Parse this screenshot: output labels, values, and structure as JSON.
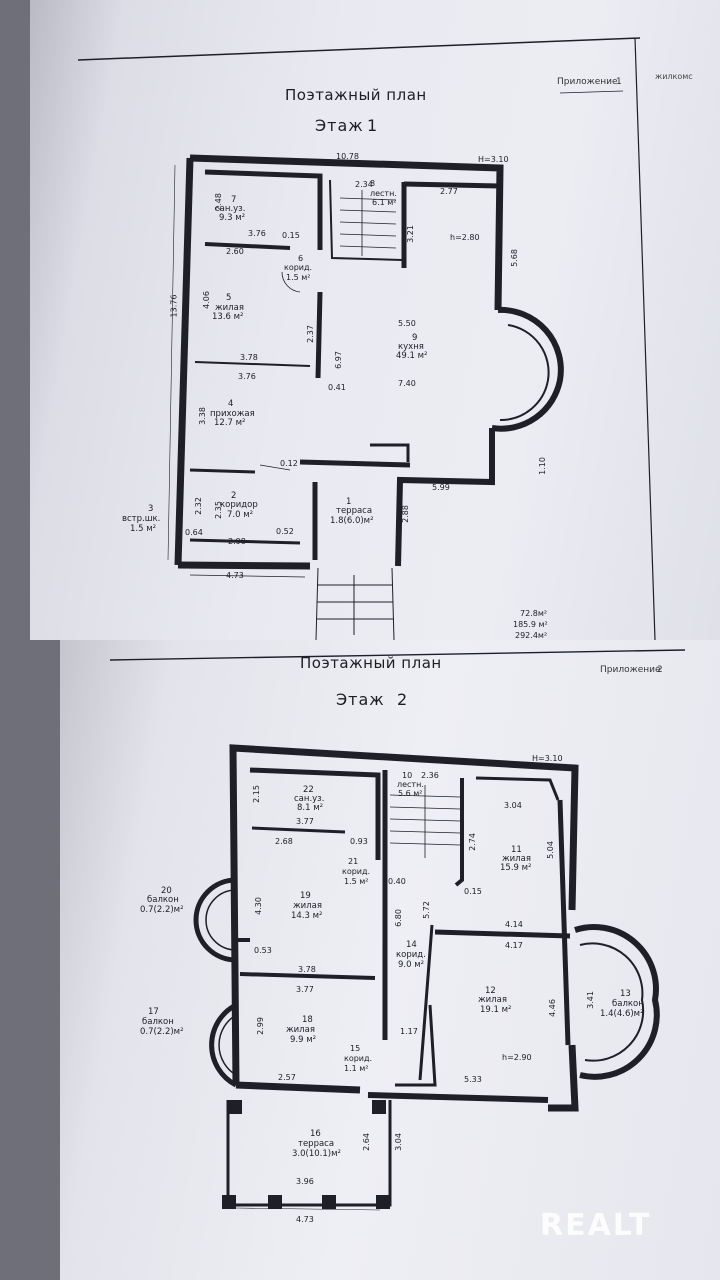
{
  "sheet1": {
    "appendix": "Приложение",
    "appendix_num": "1",
    "title": "Поэтажный план",
    "floor_label": "Этаж",
    "floor_num": "1",
    "corner_brand": "жилкомс",
    "height_mark": "Н=3.10",
    "ceiling": "h=2.80",
    "rooms": {
      "r7_num": "7",
      "r7_name": "сан.уз.",
      "r7_area": "9.3 м²",
      "r8_num": "8",
      "r8_name": "лестн.",
      "r8_area": "6.1 м²",
      "r6_num": "6",
      "r6_name": "корид.",
      "r6_area": "1.5 м²",
      "r5_num": "5",
      "r5_name": "жилая",
      "r5_area": "13.6 м²",
      "r9_num": "9",
      "r9_name": "кухня",
      "r9_area": "49.1 м²",
      "r4_num": "4",
      "r4_name": "прихожая",
      "r4_area": "12.7 м²",
      "r2_num": "2",
      "r2_name": "коридор",
      "r2_area": "7.0 м²",
      "r1_num": "1",
      "r1_name": "терраса",
      "r1_area": "1.8(6.0)м²",
      "r3_num": "3",
      "r3_name": "встр.шк.",
      "r3_area": "1.5 м²"
    },
    "dims": {
      "d1078": "10.78",
      "d234": "2.34",
      "d277": "2.77",
      "d248": "2.48",
      "d376a": "3.76",
      "d015": "0.15",
      "d321": "3.21",
      "d260": "2.60",
      "d568": "5.68",
      "d1376": "13.76",
      "d406": "4.06",
      "d550": "5.50",
      "d237": "2.37",
      "d697": "6.97",
      "d378": "3.78",
      "d376b": "3.76",
      "d041": "0.41",
      "d740": "7.40",
      "d338": "3.38",
      "d012": "0.12",
      "d110": "1.10",
      "d599": "5.99",
      "d232": "2.32",
      "d235": "2.35",
      "d288": "2.88",
      "d064": "0.64",
      "d052": "0.52",
      "d298": "2.98",
      "d473": "4.73"
    },
    "totals": [
      "72.8м²",
      "185.9 м²",
      "292.4м²"
    ]
  },
  "sheet2": {
    "appendix": "Приложение",
    "appendix_num": "2",
    "title": "Поэтажный план",
    "floor_label": "Этаж",
    "floor_num": "2",
    "height_mark": "Н=3.10",
    "ceiling": "h=2.90",
    "rooms": {
      "r22_num": "22",
      "r22_name": "сан.уз.",
      "r22_area": "8.1 м²",
      "r10_num": "10",
      "r10_name": "лестн.",
      "r10_area": "5.6 м²",
      "r11_num": "11",
      "r11_name": "жилая",
      "r11_area": "15.9 м²",
      "r21_num": "21",
      "r21_name": "корид.",
      "r21_area": "1.5 м²",
      "r20_num": "20",
      "r20_name": "балкон",
      "r20_area": "0.7(2.2)м²",
      "r19_num": "19",
      "r19_name": "жилая",
      "r19_area": "14.3 м²",
      "r14_num": "14",
      "r14_name": "корид.",
      "r14_area": "9.0 м²",
      "r12_num": "12",
      "r12_name": "жилая",
      "r12_area": "19.1 м²",
      "r13_num": "13",
      "r13_name": "балкон",
      "r13_area": "1.4(4.6)м²",
      "r17_num": "17",
      "r17_name": "балкон",
      "r17_area": "0.7(2.2)м²",
      "r18_num": "18",
      "r18_name": "жилая",
      "r18_area": "9.9 м²",
      "r15_num": "15",
      "r15_name": "корид.",
      "r15_area": "1.1 м²",
      "r16_num": "16",
      "r16_name": "терраса",
      "r16_area": "3.0(10.1)м²"
    },
    "dims": {
      "d215": "2.15",
      "d236": "2.36",
      "d304": "3.04",
      "d377a": "3.77",
      "d093": "0.93",
      "d268": "2.68",
      "d274": "2.74",
      "d504": "5.04",
      "d040": "0.40",
      "d015": "0.15",
      "d430": "4.30",
      "d680": "6.80",
      "d572": "5.72",
      "d414": "4.14",
      "d417": "4.17",
      "d053": "0.53",
      "d378": "3.78",
      "d377b": "3.77",
      "d341": "3.41",
      "d299": "2.99",
      "d446": "4.46",
      "d117": "1.17",
      "d257": "2.57",
      "d533": "5.33",
      "d264": "2.64",
      "d304b": "3.04",
      "d396": "3.96",
      "d473": "4.73"
    }
  },
  "watermark": "REALT"
}
